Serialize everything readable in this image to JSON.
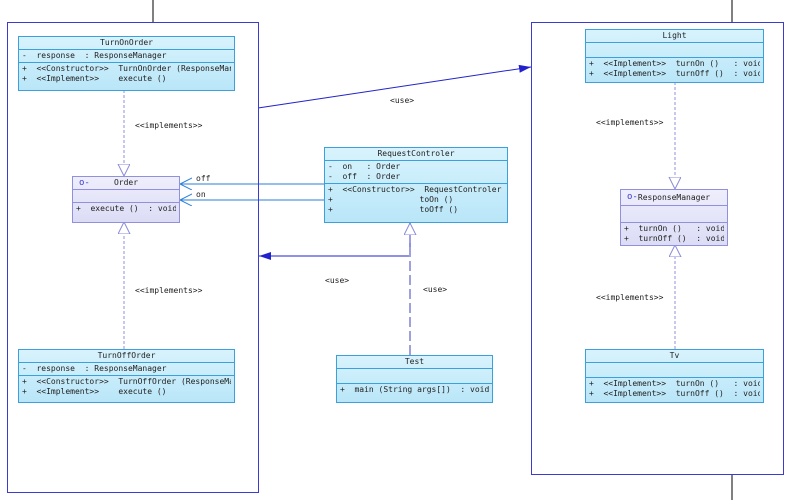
{
  "classes": {
    "turn_on_order": {
      "name": "TurnOnOrder",
      "attrs": [
        "-  response  : ResponseManager"
      ],
      "ops": [
        "+  <<Constructor>>  TurnOnOrder (ResponseManager",
        "+  <<Implement>>    execute ()"
      ]
    },
    "order": {
      "name": "Order",
      "icon": "interface-icon",
      "ops": [
        "+  execute ()  : void"
      ]
    },
    "turn_off_order": {
      "name": "TurnOffOrder",
      "attrs": [
        "-  response  : ResponseManager"
      ],
      "ops": [
        "+  <<Constructor>>  TurnOffOrder (ResponseManager",
        "+  <<Implement>>    execute ()"
      ]
    },
    "request_controler": {
      "name": "RequestControler",
      "attrs": [
        "-  on   : Order",
        "-  off  : Order"
      ],
      "ops": [
        "+  <<Constructor>>  RequestControler (",
        "+                  toOn ()",
        "+                  toOff ()"
      ]
    },
    "test": {
      "name": "Test",
      "ops": [
        "+  main (String args[])  : void"
      ]
    },
    "light": {
      "name": "Light",
      "ops": [
        "+  <<Implement>>  turnOn ()   : void",
        "+  <<Implement>>  turnOff ()  : void"
      ]
    },
    "response_manager": {
      "name": "ResponseManager",
      "icon": "interface-icon",
      "ops": [
        "+  turnOn ()   : void",
        "+  turnOff ()  : void"
      ]
    },
    "tv": {
      "name": "Tv",
      "ops": [
        "+  <<Implement>>  turnOn ()   : void",
        "+  <<Implement>>  turnOff ()  : void"
      ]
    }
  },
  "labels": {
    "implements_1": "<<implements>>",
    "implements_2": "<<implements>>",
    "implements_3": "<<implements>>",
    "implements_4": "<<implements>>",
    "off": "off",
    "on": "on",
    "use_1": "<use>",
    "use_2": "<use>",
    "use_3": "<use>"
  },
  "colors": {
    "package_border": "#3b3bd0",
    "class_border": "#3ba0dc",
    "interface_border": "#9090dc",
    "association": "#2a7fd8"
  }
}
